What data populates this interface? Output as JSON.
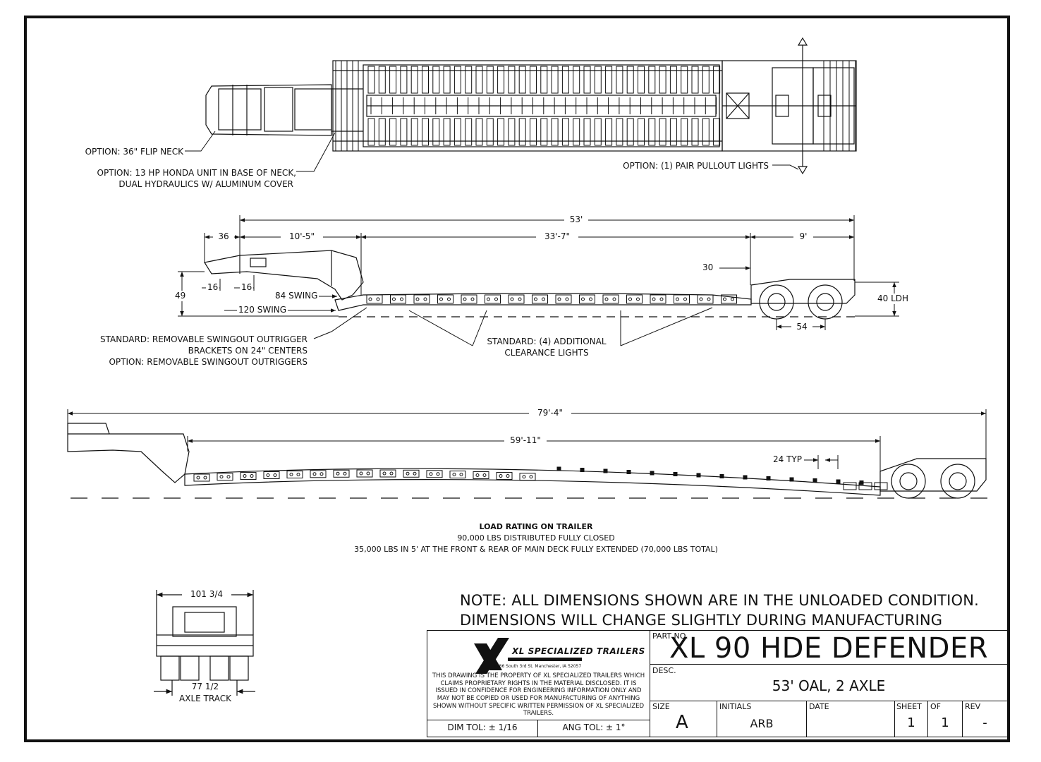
{
  "top_view": {
    "callouts": {
      "flip_neck": "OPTION: 36\" FLIP NECK",
      "honda_line1": "OPTION: 13 HP HONDA UNIT IN BASE OF NECK,",
      "honda_line2": "DUAL HYDRAULICS W/ ALUMINUM COVER",
      "pullout_lights": "OPTION: (1) PAIR PULLOUT LIGHTS"
    }
  },
  "side_view": {
    "dims": {
      "oal": "53'",
      "neck_36": "36",
      "neck_len": "10'-5\"",
      "deck_len": "33'-7\"",
      "rear_9": "9'",
      "d30": "30",
      "h49": "49",
      "d16a": "16",
      "d16b": "16",
      "swing84": "84 SWING",
      "swing120": "120 SWING",
      "ldh": "40 LDH",
      "d54": "54"
    },
    "callouts": {
      "std1": "STANDARD: REMOVABLE SWINGOUT OUTRIGGER",
      "std2": "BRACKETS ON 24\" CENTERS",
      "opt": "OPTION: REMOVABLE SWINGOUT OUTRIGGERS",
      "lights1": "STANDARD: (4) ADDITIONAL",
      "lights2": "CLEARANCE LIGHTS"
    }
  },
  "extended_view": {
    "dims": {
      "overall": "79'-4\"",
      "deck": "59'-11\"",
      "typ": "24 TYP"
    }
  },
  "load_rating": {
    "title": "LOAD RATING ON TRAILER",
    "line1": "90,000 LBS DISTRIBUTED FULLY CLOSED",
    "line2": "35,000 LBS IN 5' AT THE FRONT & REAR OF MAIN DECK FULLY EXTENDED (70,000 LBS TOTAL)"
  },
  "rear_view": {
    "width": "101 3/4",
    "track_value": "77 1/2",
    "track_label": "AXLE TRACK"
  },
  "notes": {
    "line1": "NOTE: ALL DIMENSIONS SHOWN ARE IN THE UNLOADED CONDITION.",
    "line2": "DIMENSIONS WILL CHANGE SLIGHTLY DURING MANUFACTURING"
  },
  "title_block": {
    "logo": "XL SPECIALIZED TRAILERS",
    "address": "1086 South 3rd St. Manchester, IA 52057",
    "disclaimer": "THIS DRAWING IS THE PROPERTY OF XL SPECIALIZED TRAILERS WHICH CLAIMS PROPRIETARY RIGHTS IN THE MATERIAL DISCLOSED. IT IS ISSUED IN CONFIDENCE FOR ENGINEERING INFORMATION ONLY AND MAY NOT BE COPIED OR USED FOR MANUFACTURING OF ANYTHING SHOWN WITHOUT SPECIFIC WRITTEN PERMISSION OF XL SPECIALIZED TRAILERS.",
    "dim_tol": "DIM TOL: ± 1/16",
    "ang_tol": "ANG TOL: ± 1°",
    "part_no_label": "PART NO.",
    "part_no": "XL 90 HDE DEFENDER",
    "desc_label": "DESC.",
    "desc": "53' OAL, 2 AXLE",
    "size_label": "SIZE",
    "size": "A",
    "initials_label": "INITIALS",
    "initials": "ARB",
    "date_label": "DATE",
    "date": "",
    "sheet_label": "SHEET",
    "sheet": "1",
    "of_label": "OF",
    "of": "1",
    "rev_label": "REV",
    "rev": "-"
  }
}
